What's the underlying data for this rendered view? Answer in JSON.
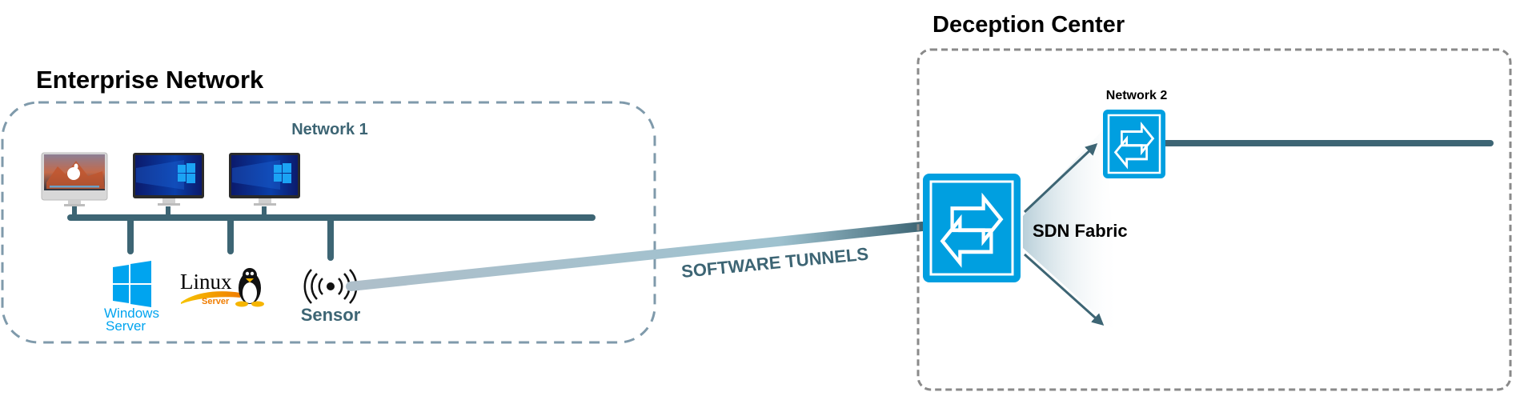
{
  "enterprise": {
    "title": "Enterprise Network",
    "network_label": "Network 1",
    "devices": [
      {
        "name": "Mac workstation",
        "icon": "imac-icon"
      },
      {
        "name": "Windows workstation",
        "icon": "windows-monitor-icon"
      },
      {
        "name": "Windows workstation",
        "icon": "windows-monitor-icon"
      }
    ],
    "servers": [
      {
        "label_line1": "Windows",
        "label_line2": "Server",
        "icon": "windows-logo-icon"
      },
      {
        "logo_text": "Linux",
        "sub_text": "Server",
        "icon": "tux-penguin-icon"
      }
    ],
    "sensor_label": "Sensor"
  },
  "tunnel_label": "SOFTWARE TUNNELS",
  "deception": {
    "title": "Deception Center",
    "fabric_label": "SDN Fabric",
    "network2_label": "Network 2"
  },
  "colors": {
    "bus": "#3d6574",
    "enterprise_border": "#7f9aab",
    "deception_border": "#8a8a8a",
    "switch_blue": "#009fe0",
    "tunnel_light": "#a9c0cc",
    "tunnel_dark": "#3d6574",
    "windows_blue": "#00a4ef",
    "network1_text": "#3d6574"
  }
}
